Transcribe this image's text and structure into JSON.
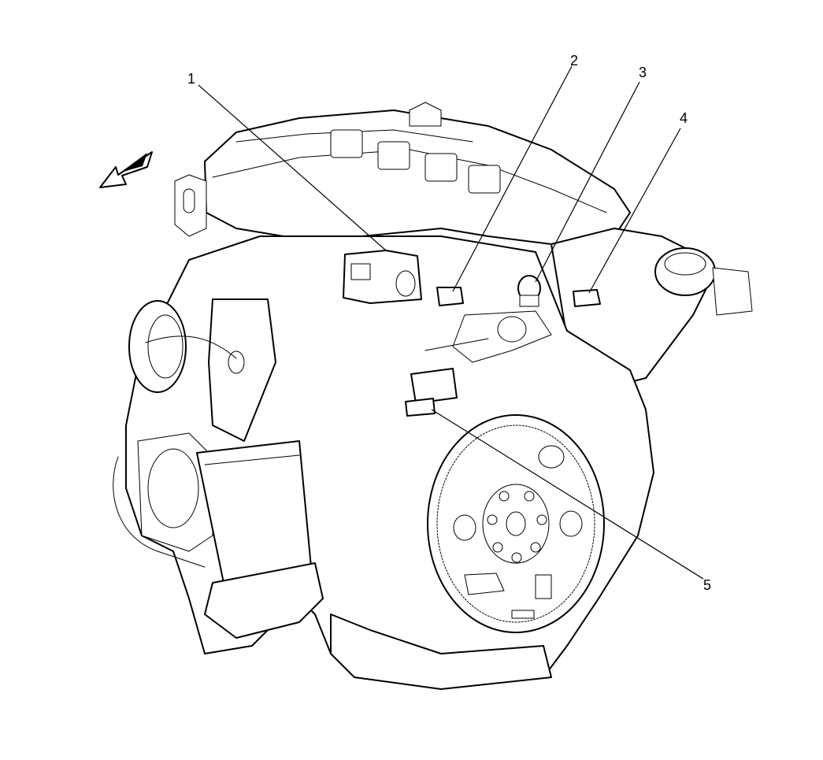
{
  "callouts": [
    {
      "id": 1,
      "label": "1"
    },
    {
      "id": 2,
      "label": "2"
    },
    {
      "id": 3,
      "label": "3"
    },
    {
      "id": 4,
      "label": "4"
    },
    {
      "id": 5,
      "label": "5"
    }
  ],
  "colors": {
    "ink": "#000000",
    "paper": "#ffffff"
  },
  "icons": {
    "direction_arrow": "front-direction-arrow-icon"
  }
}
